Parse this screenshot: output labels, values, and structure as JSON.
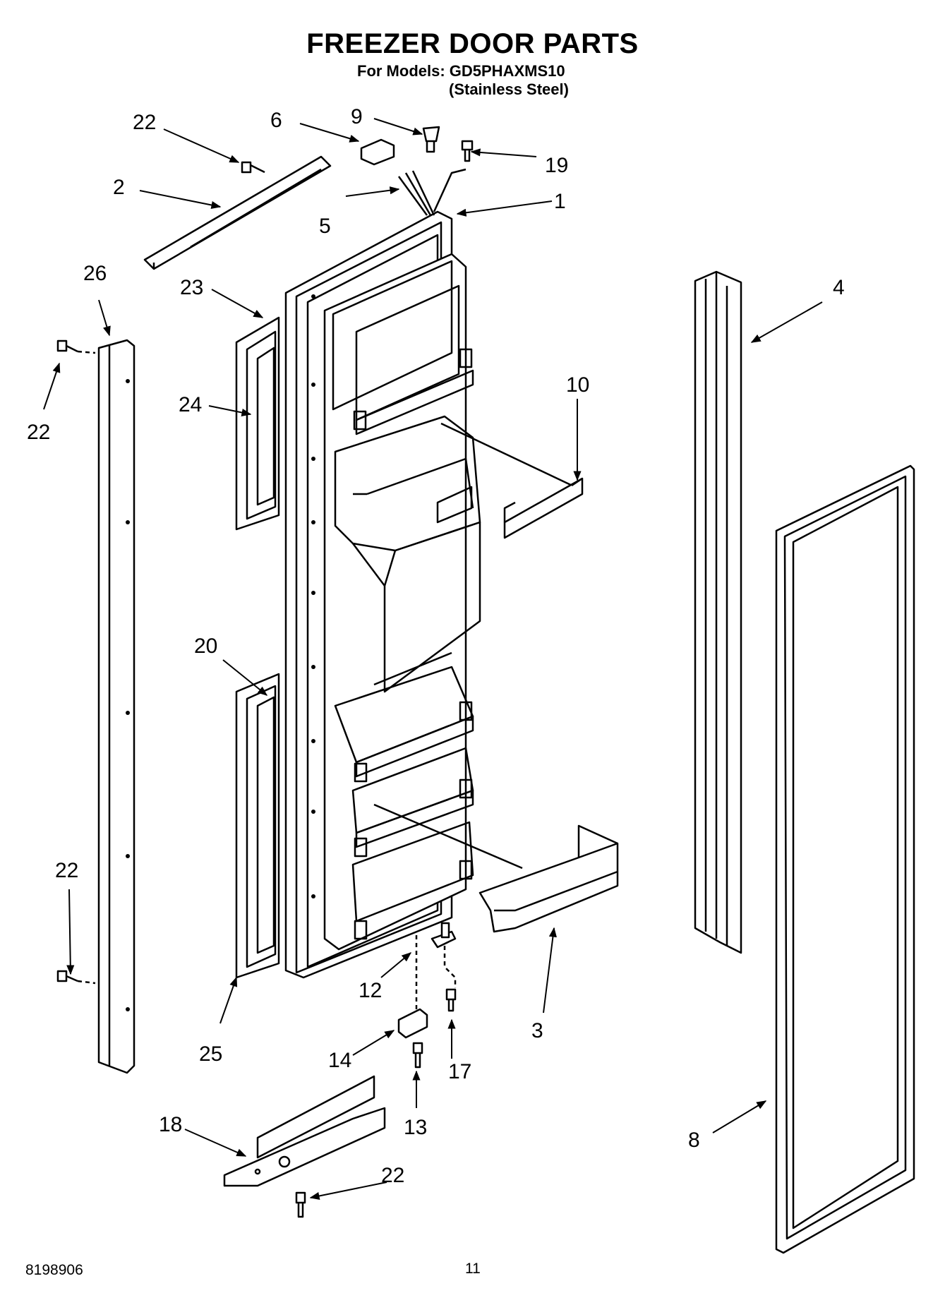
{
  "header": {
    "title": "FREEZER DOOR PARTS",
    "models_line": "For Models: GD5PHAXMS10",
    "finish_line": "(Stainless Steel)"
  },
  "footer": {
    "doc_number": "8198906",
    "page_number": "11"
  },
  "callouts": [
    {
      "id": "c22a",
      "text": "22"
    },
    {
      "id": "c6",
      "text": "6"
    },
    {
      "id": "c9",
      "text": "9"
    },
    {
      "id": "c19",
      "text": "19"
    },
    {
      "id": "c2",
      "text": "2"
    },
    {
      "id": "c5",
      "text": "5"
    },
    {
      "id": "c1",
      "text": "1"
    },
    {
      "id": "c26",
      "text": "26"
    },
    {
      "id": "c23",
      "text": "23"
    },
    {
      "id": "c4",
      "text": "4"
    },
    {
      "id": "c22b",
      "text": "22"
    },
    {
      "id": "c24",
      "text": "24"
    },
    {
      "id": "c10",
      "text": "10"
    },
    {
      "id": "c20",
      "text": "20"
    },
    {
      "id": "c22c",
      "text": "22"
    },
    {
      "id": "c12",
      "text": "12"
    },
    {
      "id": "c3",
      "text": "3"
    },
    {
      "id": "c25",
      "text": "25"
    },
    {
      "id": "c14",
      "text": "14"
    },
    {
      "id": "c17",
      "text": "17"
    },
    {
      "id": "c18",
      "text": "18"
    },
    {
      "id": "c13",
      "text": "13"
    },
    {
      "id": "c8",
      "text": "8"
    },
    {
      "id": "c22d",
      "text": "22"
    }
  ]
}
